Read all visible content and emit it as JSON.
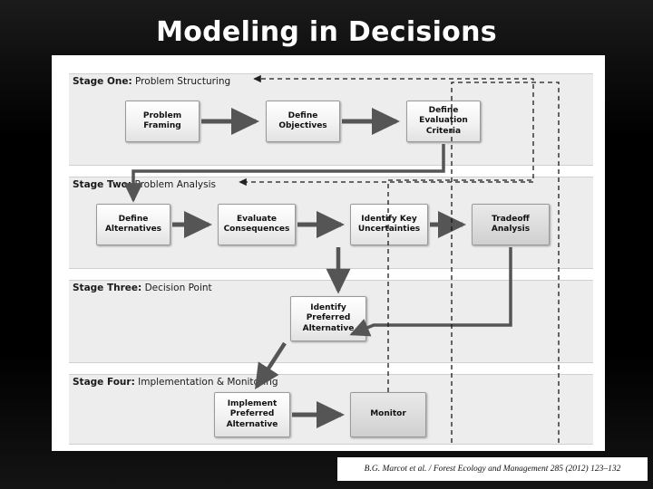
{
  "slide": {
    "title": "Modeling in Decisions",
    "background_color": "#000000",
    "title_color": "#ffffff"
  },
  "figure": {
    "panel_color": "#ffffff",
    "band_color": "#ededed",
    "box_border_color": "#9a9a9a",
    "stages": [
      {
        "number": "Stage One:",
        "name": "Problem Structuring"
      },
      {
        "number": "Stage Two:",
        "name": "Problem Analysis"
      },
      {
        "number": "Stage Three:",
        "name": "Decision Point"
      },
      {
        "number": "Stage Four:",
        "name": "Implementation & Monitoring"
      }
    ],
    "boxes": [
      {
        "id": "problem-framing",
        "label": "Problem\nFraming",
        "stage": 1
      },
      {
        "id": "define-objectives",
        "label": "Define\nObjectives",
        "stage": 1
      },
      {
        "id": "define-evaluation-criteria",
        "label": "Define\nEvaluation\nCriteria",
        "stage": 1
      },
      {
        "id": "define-alternatives",
        "label": "Define\nAlternatives",
        "stage": 2
      },
      {
        "id": "evaluate-consequences",
        "label": "Evaluate\nConsequences",
        "stage": 2
      },
      {
        "id": "identify-key-uncertainties",
        "label": "Identify Key\nUncertainties",
        "stage": 2
      },
      {
        "id": "tradeoff-analysis",
        "label": "Tradeoff\nAnalysis",
        "stage": 2
      },
      {
        "id": "identify-preferred-alternative",
        "label": "Identify\nPreferred\nAlternative",
        "stage": 3
      },
      {
        "id": "implement-preferred-alternative",
        "label": "Implement\nPreferred\nAlternative",
        "stage": 4
      },
      {
        "id": "monitor",
        "label": "Monitor",
        "stage": 4
      }
    ]
  },
  "citation": {
    "text": "B.G. Marcot et al. / Forest Ecology and Management 285 (2012) 123–132"
  }
}
